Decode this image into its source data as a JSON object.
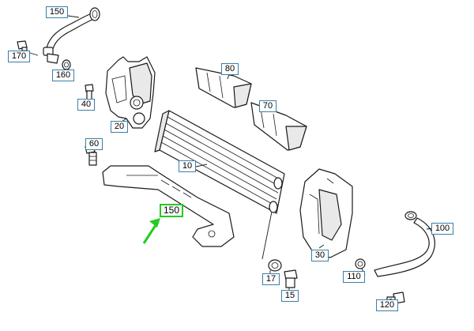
{
  "callouts": [
    {
      "id": "c150top",
      "label": "150"
    },
    {
      "id": "c170",
      "label": "170"
    },
    {
      "id": "c160",
      "label": "160"
    },
    {
      "id": "c40",
      "label": "40"
    },
    {
      "id": "c20",
      "label": "20"
    },
    {
      "id": "c80",
      "label": "80"
    },
    {
      "id": "c70",
      "label": "70"
    },
    {
      "id": "c60",
      "label": "60"
    },
    {
      "id": "c10",
      "label": "10"
    },
    {
      "id": "c150hl",
      "label": "150"
    },
    {
      "id": "c100",
      "label": "100"
    },
    {
      "id": "c30",
      "label": "30"
    },
    {
      "id": "c17",
      "label": "17"
    },
    {
      "id": "c15",
      "label": "15"
    },
    {
      "id": "c110",
      "label": "110"
    },
    {
      "id": "c120",
      "label": "120"
    }
  ],
  "colors": {
    "callout_border": "#3a7fa8",
    "highlight": "#22cc22",
    "line": "#1a1a1a"
  },
  "highlighted_label": "150"
}
